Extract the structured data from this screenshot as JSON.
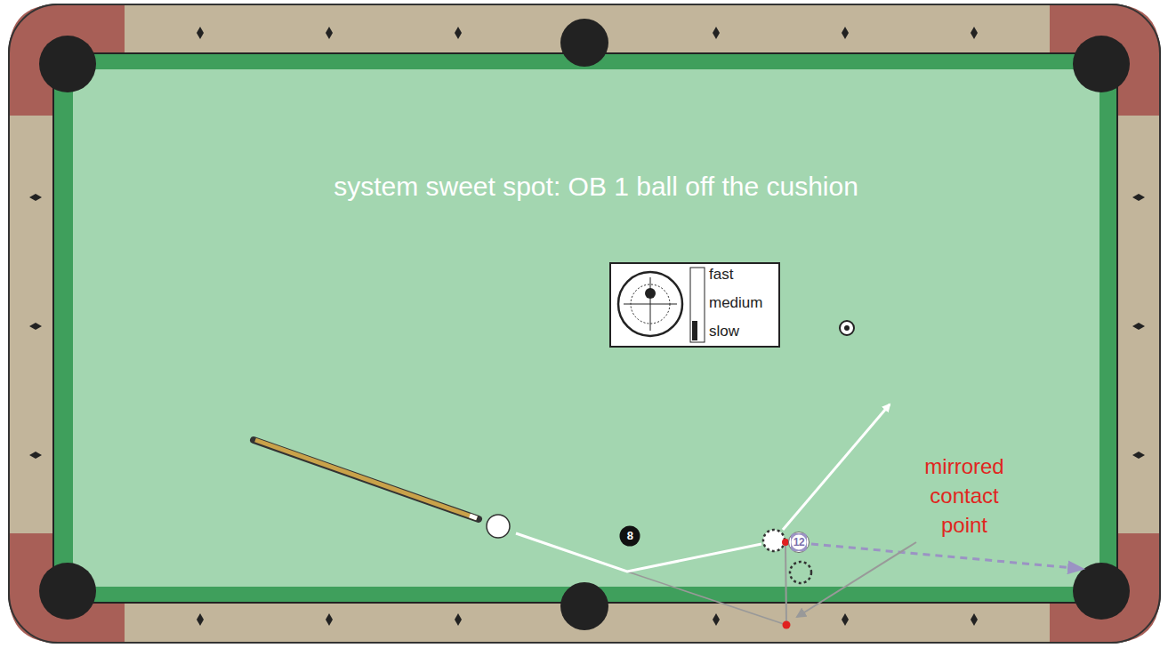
{
  "diagram": {
    "nodes": [
      {
        "text": [
          "fast",
          "medium",
          "slow"
        ]
      },
      {
        "text": [
          "8"
        ]
      },
      {
        "text": [
          "12"
        ]
      }
    ],
    "labels": [
      "system sweet spot: OB 1 ball off the cushion",
      "mirrored contact point"
    ]
  }
}
